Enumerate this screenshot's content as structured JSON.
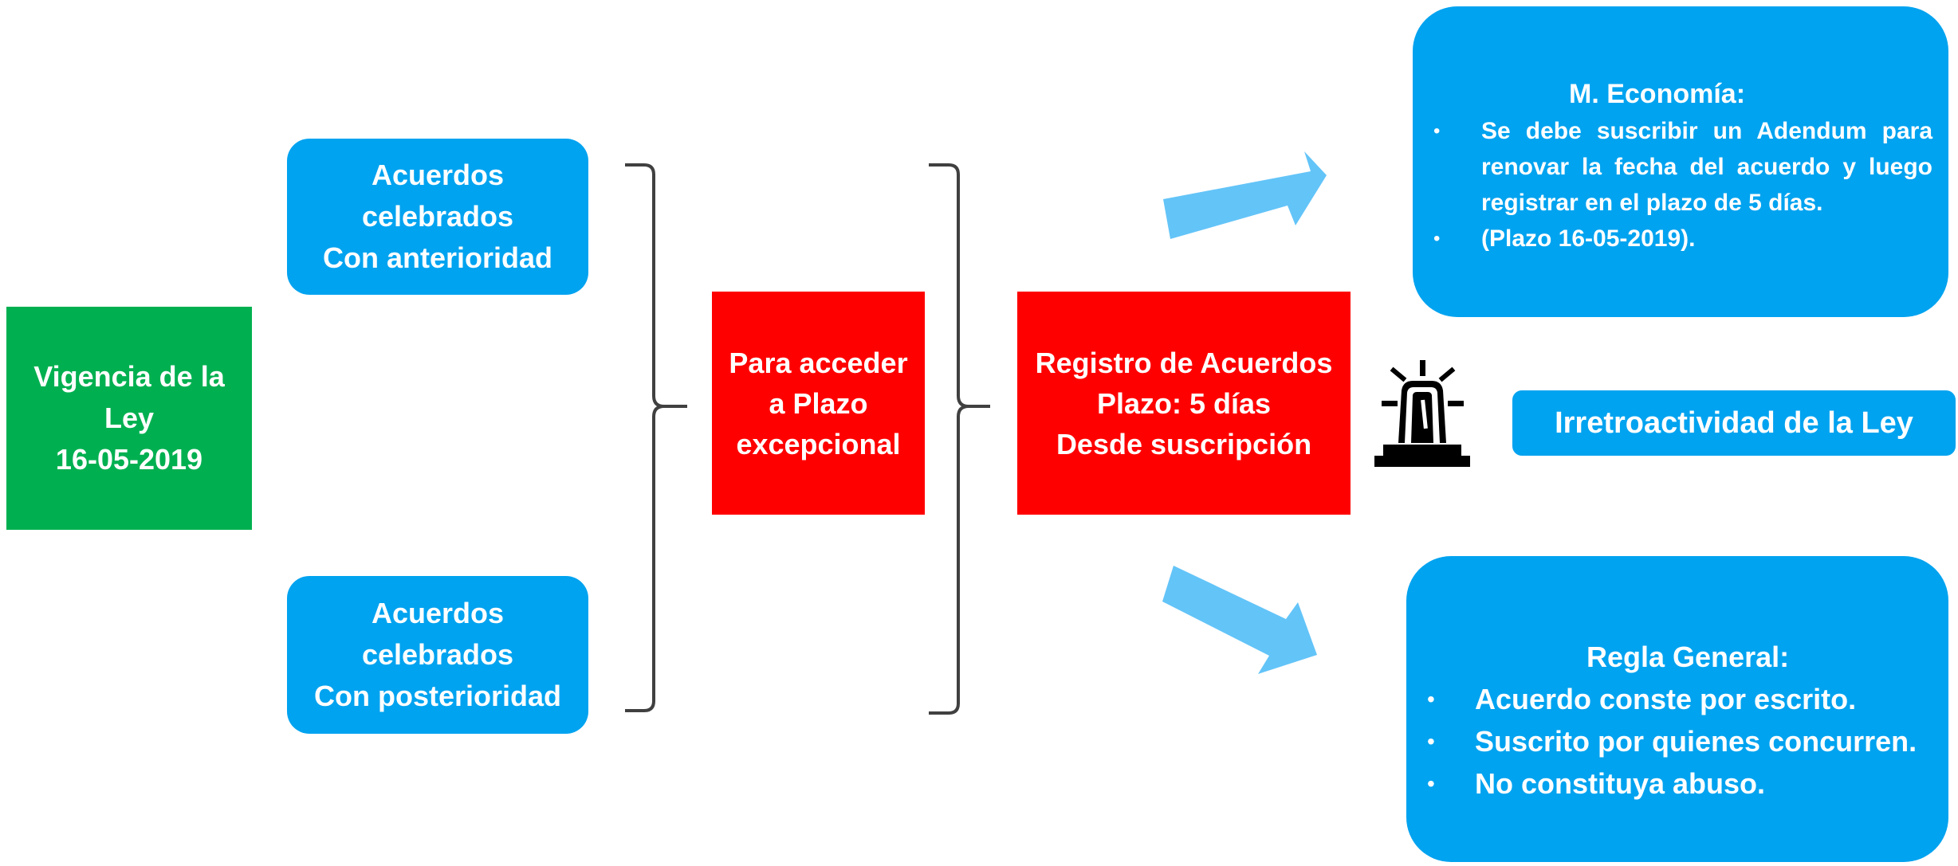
{
  "vigencia": {
    "lines": [
      "Vigencia de la",
      "Ley",
      "16-05-2019"
    ]
  },
  "acuerdos_anterioridad": {
    "lines": [
      "Acuerdos",
      "celebrados",
      "Con anterioridad"
    ]
  },
  "acuerdos_posterioridad": {
    "lines": [
      "Acuerdos",
      "celebrados",
      "Con posterioridad"
    ]
  },
  "plazo_excepcional": {
    "lines": [
      "Para acceder",
      "a Plazo",
      "excepcional"
    ]
  },
  "registro": {
    "lines": [
      "Registro de Acuerdos",
      "Plazo: 5 días",
      "Desde suscripción"
    ]
  },
  "economia": {
    "heading": "M. Economía:",
    "items": [
      "Se debe suscribir un Adendum para renovar la fecha  del acuerdo y luego registrar en el plazo de 5 días.",
      "(Plazo 16-05-2019)."
    ]
  },
  "alert_label": "Irretroactividad de la Ley",
  "regla_general": {
    "heading": "Regla General:",
    "items": [
      "Acuerdo conste por escrito.",
      "Suscrito por quienes concurren.",
      "No constituya abuso."
    ]
  },
  "icons": {
    "alert": "siren-icon",
    "arrows": "arrow-icon"
  },
  "colors": {
    "green": "#00b050",
    "red": "#ff0000",
    "blue": "#00a3f0",
    "arrow": "#63c4f8",
    "bracket": "#404040"
  }
}
